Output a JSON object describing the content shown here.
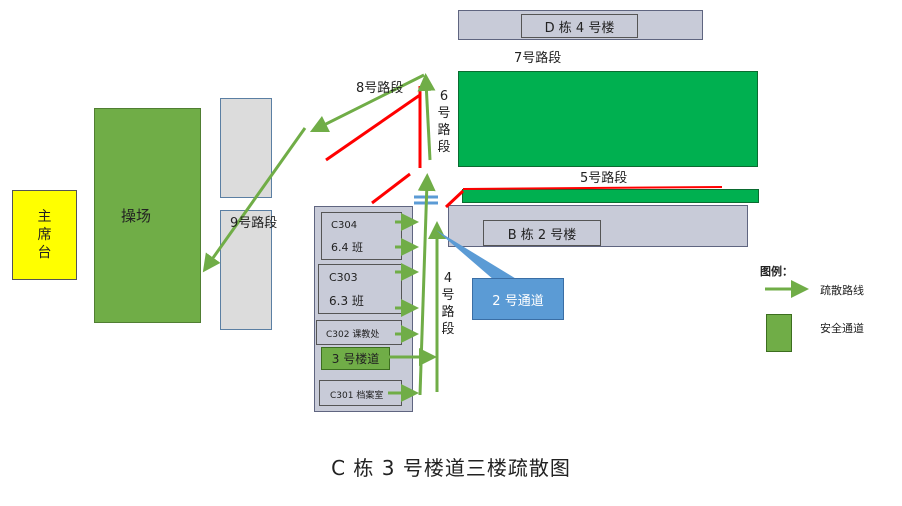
{
  "title": "C 栋 3 号楼道三楼疏散图",
  "podium": "主席台",
  "playground": "操场",
  "building_d": "D 栋 4 号楼",
  "building_b": "B 栋 2 号楼",
  "channel_2": "2 号通道",
  "stairway_3": "3 号楼道",
  "segments": {
    "s4": "4号路段",
    "s5": "5号路段",
    "s6": "6号路段",
    "s7": "7号路段",
    "s8": "8号路段",
    "s9": "9号路段"
  },
  "rooms": {
    "c304_name": "C304",
    "c304_class": "6.4 班",
    "c303_name": "C303",
    "c303_class": "6.3 班",
    "c302": "C302 课教处",
    "c301": "C301 档案室"
  },
  "legend": {
    "title": "图例：",
    "route": "疏散路线",
    "safe": "安全通道"
  },
  "colors": {
    "green_block": "#00b050",
    "playground": "#70ad47",
    "gray_building": "#c8cbd8",
    "light_gray": "#dcdcdc",
    "callout": "#5b9bd5",
    "red_wall": "#ff0000",
    "arrow": "#70ad47",
    "podium": "#ffff00"
  }
}
